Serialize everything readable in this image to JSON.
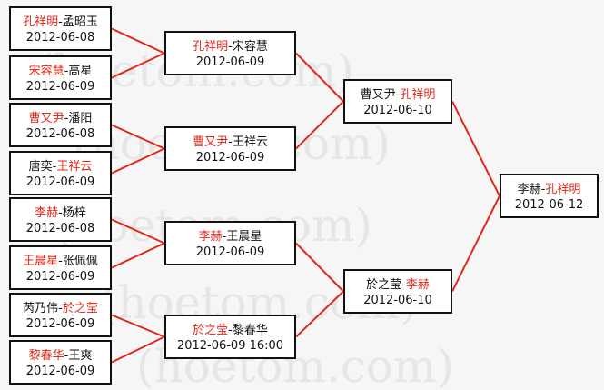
{
  "watermark": "(hoetom.com)",
  "colors": {
    "winner": "#e0291c",
    "line": "#e0291c",
    "text": "#111111"
  },
  "matches": [
    {
      "id": "r1m1",
      "p1": "孔祥明",
      "p2": "孟昭玉",
      "winner": 1,
      "date": "2012-06-08"
    },
    {
      "id": "r1m2",
      "p1": "宋容慧",
      "p2": "高星",
      "winner": 1,
      "date": "2012-06-09"
    },
    {
      "id": "r1m3",
      "p1": "曹又尹",
      "p2": "潘阳",
      "winner": 1,
      "date": "2012-06-08"
    },
    {
      "id": "r1m4",
      "p1": "唐奕",
      "p2": "王祥云",
      "winner": 2,
      "date": "2012-06-09"
    },
    {
      "id": "r1m5",
      "p1": "李赫",
      "p2": "杨梓",
      "winner": 1,
      "date": "2012-06-08"
    },
    {
      "id": "r1m6",
      "p1": "王晨星",
      "p2": "张佩佩",
      "winner": 1,
      "date": "2012-06-09"
    },
    {
      "id": "r1m7",
      "p1": "芮乃伟",
      "p2": "於之莹",
      "winner": 2,
      "date": "2012-06-09"
    },
    {
      "id": "r1m8",
      "p1": "黎春华",
      "p2": "王爽",
      "winner": 1,
      "date": "2012-06-09"
    },
    {
      "id": "r2m1",
      "p1": "孔祥明",
      "p2": "宋容慧",
      "winner": 1,
      "date": "2012-06-09"
    },
    {
      "id": "r2m2",
      "p1": "曹又尹",
      "p2": "王祥云",
      "winner": 1,
      "date": "2012-06-09"
    },
    {
      "id": "r2m3",
      "p1": "李赫",
      "p2": "王晨星",
      "winner": 1,
      "date": "2012-06-09"
    },
    {
      "id": "r2m4",
      "p1": "於之莹",
      "p2": "黎春华",
      "winner": 1,
      "date": "2012-06-09 16:00"
    },
    {
      "id": "r3m1",
      "p1": "曹又尹",
      "p2": "孔祥明",
      "winner": 2,
      "date": "2012-06-10"
    },
    {
      "id": "r3m2",
      "p1": "於之莹",
      "p2": "李赫",
      "winner": 2,
      "date": "2012-06-10"
    },
    {
      "id": "r4m1",
      "p1": "李赫",
      "p2": "孔祥明",
      "winner": 2,
      "date": "2012-06-12"
    }
  ]
}
